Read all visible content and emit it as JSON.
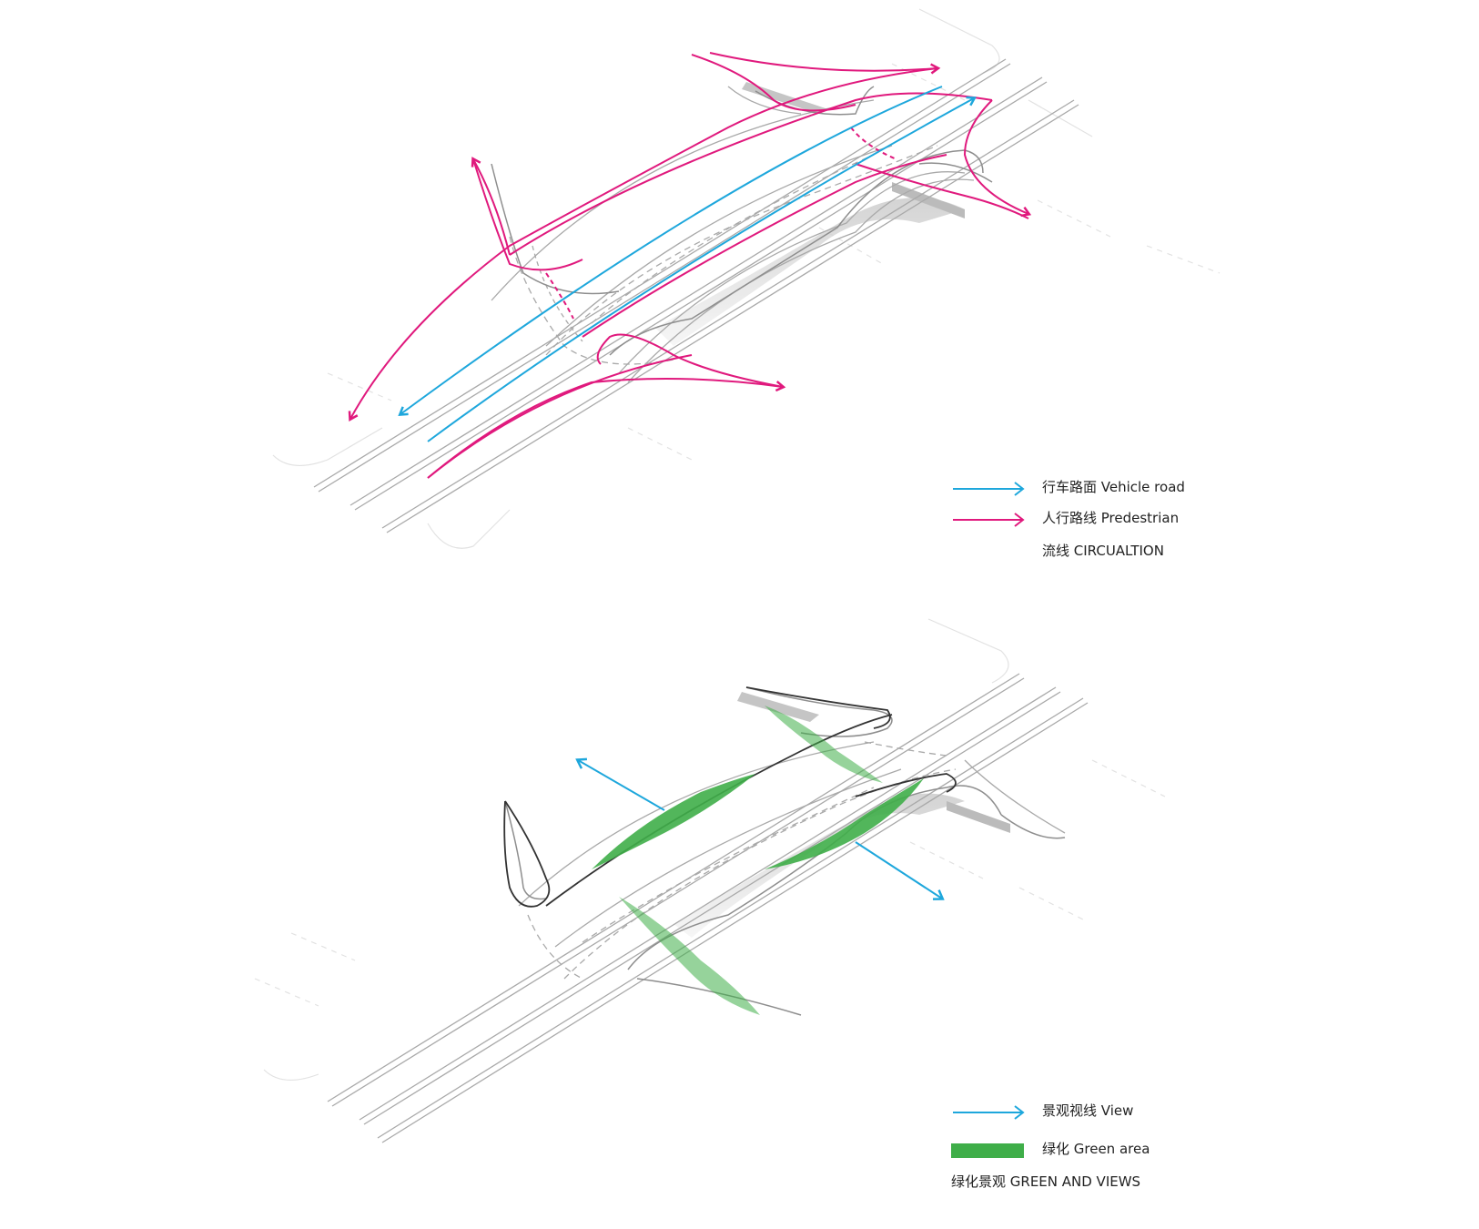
{
  "colors": {
    "vehicle": "#1ea7dc",
    "pedestrian": "#e0197d",
    "view": "#1ea7dc",
    "green": "#3fae49",
    "structure": "#9a9a9a"
  },
  "circulation": {
    "legend": {
      "vehicle_label": "行车路面 Vehicle road",
      "pedestrian_label": "人行路线 Predestrian",
      "caption": "流线 CIRCUALTION"
    }
  },
  "green_views": {
    "legend": {
      "view_label": "景观视线 View",
      "green_label": "绿化 Green area",
      "caption": "绿化景观 GREEN AND VIEWS"
    }
  }
}
